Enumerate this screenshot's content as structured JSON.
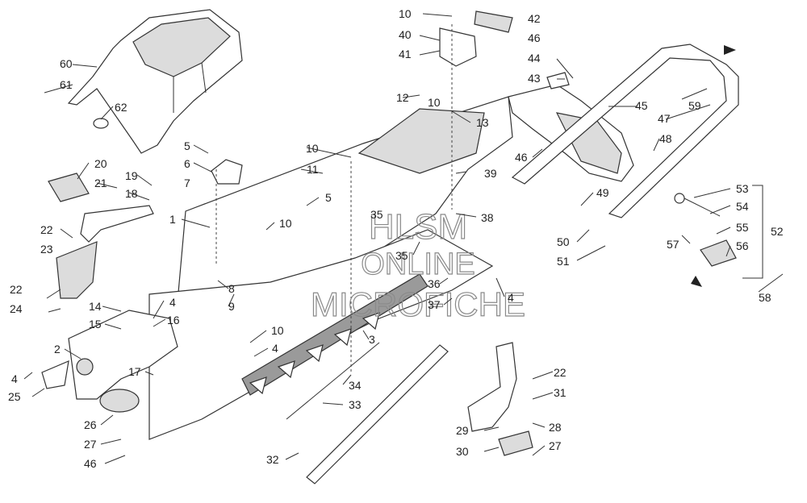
{
  "watermark": {
    "line1": "HLSM",
    "line2": "ONLINE",
    "line3": "MICROFICHE",
    "color": "#8a8a8a"
  },
  "callouts": {
    "c10a": "10",
    "c42": "42",
    "c40": "40",
    "c46a": "46",
    "c41": "41",
    "c44": "44",
    "c43": "43",
    "c60": "60",
    "c61": "61",
    "c62": "62",
    "c12": "12",
    "c10b": "10",
    "c45": "45",
    "c13": "13",
    "c47": "47",
    "c59": "59",
    "c48": "48",
    "c46b": "46",
    "c10c": "10",
    "c39": "39",
    "c5a": "5",
    "c6": "6",
    "c7": "7",
    "c11": "11",
    "c20": "20",
    "c19": "19",
    "c21": "21",
    "c18": "18",
    "c5b": "5",
    "c49": "49",
    "c53": "53",
    "c54": "54",
    "c1": "1",
    "c10d": "10",
    "c38": "38",
    "c22a": "22",
    "c23": "23",
    "c55": "55",
    "c57": "57",
    "c52": "52",
    "c50": "50",
    "c56": "56",
    "c35a": "35",
    "c35b": "35",
    "c51": "51",
    "c8": "8",
    "c36": "36",
    "c22b": "22",
    "c24": "24",
    "c4a": "4",
    "c9": "9",
    "c37": "37",
    "c4b": "4",
    "c58": "58",
    "c14": "14",
    "c15": "15",
    "c16": "16",
    "c10e": "10",
    "c3": "3",
    "c2": "2",
    "c4c": "4",
    "c17": "17",
    "c22c": "22",
    "c4d": "4",
    "c34": "34",
    "c31": "31",
    "c25": "25",
    "c33": "33",
    "c26": "26",
    "c28": "28",
    "c29": "29",
    "c27a": "27",
    "c30": "30",
    "c27b": "27",
    "c32": "32",
    "c46c": "46"
  }
}
